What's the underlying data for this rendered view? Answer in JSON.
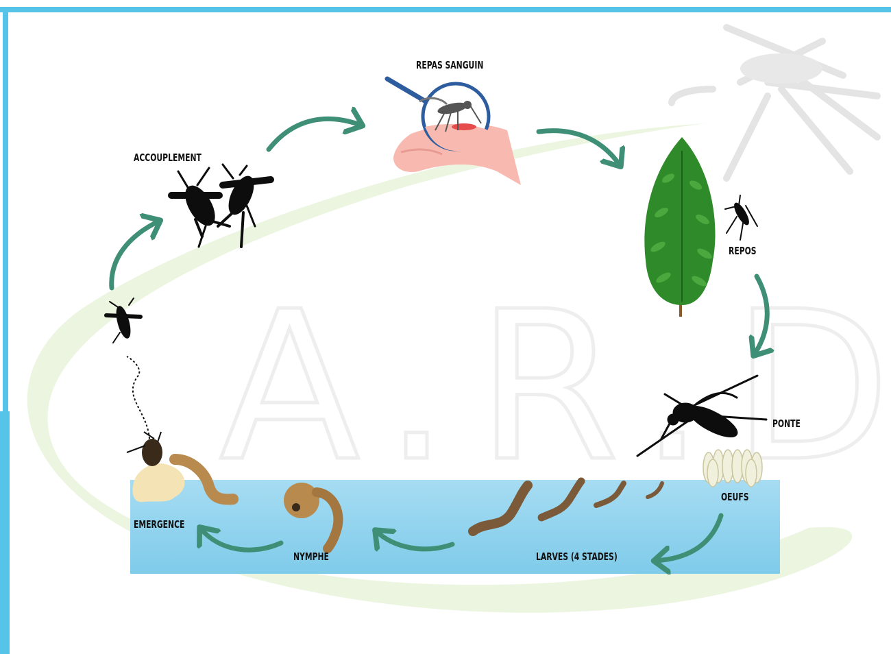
{
  "colors": {
    "frame": "#56c3e8",
    "arrow": "#3f8f76",
    "water": "#8fd3ee",
    "watermark_swoosh": "#e6f2d6",
    "silhouette": "#0d0d0d",
    "tree": "#2f8a2a"
  },
  "watermark": {
    "letters": "A.R.D"
  },
  "stages": {
    "blood_meal": "REPAS SANGUIN",
    "mating": "ACCOUPLEMENT",
    "rest": "REPOS",
    "laying": "PONTE",
    "eggs": "OEUFS",
    "larvae": "LARVES (4 STADES)",
    "pupa": "NYMPHE",
    "emergence": "EMERGENCE"
  }
}
